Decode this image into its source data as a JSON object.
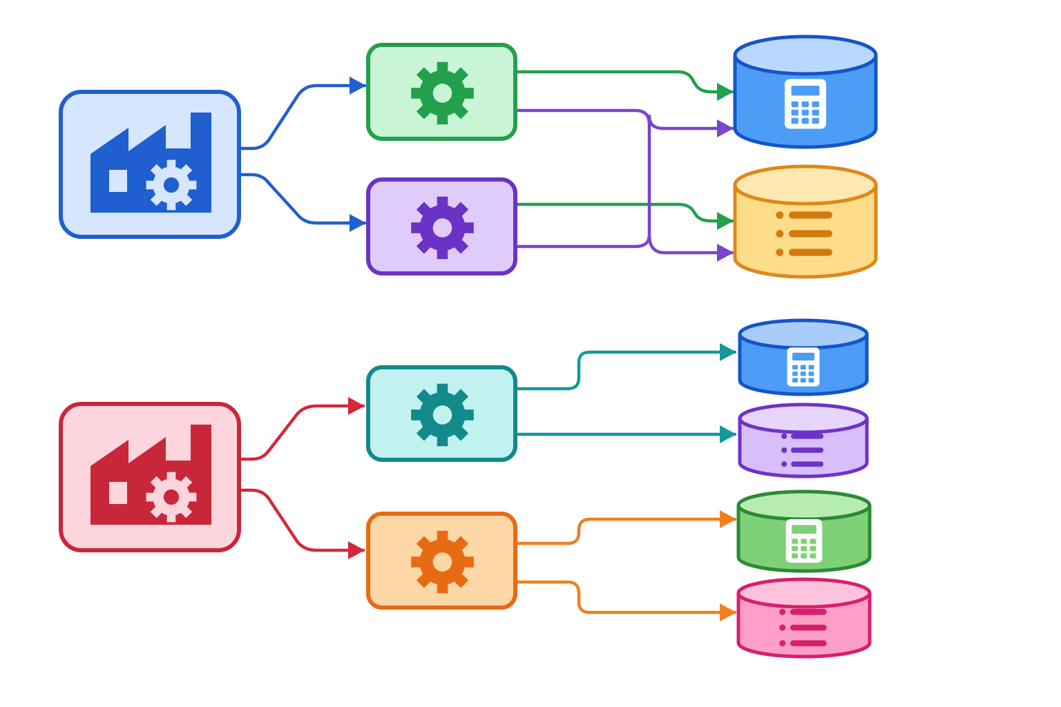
{
  "diagram": {
    "type": "data-flow",
    "groups": [
      {
        "id": "group-top",
        "source": {
          "id": "factory-blue",
          "icon": "factory-gear-icon",
          "color": "#1f5fcf",
          "fill": "#d6e6ff"
        },
        "processors": [
          {
            "id": "proc-green",
            "icon": "gear-icon",
            "color": "#22a04b",
            "fill": "#c9f5d6"
          },
          {
            "id": "proc-purple",
            "icon": "gear-icon",
            "color": "#6a33c4",
            "fill": "#e0ccfa"
          }
        ],
        "stores": [
          {
            "id": "db-blue-calculator",
            "icon": "calculator-icon",
            "color": "#1555c8",
            "fill": "#4d9cf5",
            "top": "#b8d8ff",
            "glyph": "#ffffff"
          },
          {
            "id": "db-yellow-list",
            "icon": "list-icon",
            "color": "#e0871a",
            "fill": "#fddc8a",
            "top": "#ffe9b0",
            "glyph": "#d27a0d"
          }
        ]
      },
      {
        "id": "group-bottom",
        "source": {
          "id": "factory-red",
          "icon": "factory-gear-icon",
          "color": "#c8273a",
          "fill": "#fdd5dc"
        },
        "processors": [
          {
            "id": "proc-teal",
            "icon": "gear-icon",
            "color": "#12898a",
            "fill": "#c2f2ef"
          },
          {
            "id": "proc-orange",
            "icon": "gear-icon",
            "color": "#e86a13",
            "fill": "#fdd7a6"
          }
        ],
        "stores": [
          {
            "id": "db-blue-calculator-2",
            "icon": "calculator-icon",
            "color": "#1555c8",
            "fill": "#4d9cf5",
            "top": "#a9ccfb",
            "glyph": "#ffffff"
          },
          {
            "id": "db-purple-list",
            "icon": "list-icon",
            "color": "#6d33c8",
            "fill": "#d8bffb",
            "top": "#e6d6fd",
            "glyph": "#6d33c8"
          },
          {
            "id": "db-green-calculator",
            "icon": "calculator-icon",
            "color": "#2c8a35",
            "fill": "#7fd178",
            "top": "#b7ecb0",
            "glyph": "#ffffff"
          },
          {
            "id": "db-pink-list",
            "icon": "list-icon",
            "color": "#d81f6f",
            "fill": "#fd9fc7",
            "top": "#fdc3dc",
            "glyph": "#d81f6f"
          }
        ]
      }
    ],
    "connections": [
      {
        "from": "factory-blue",
        "to": "proc-green",
        "color": "#1f5fcf"
      },
      {
        "from": "factory-blue",
        "to": "proc-purple",
        "color": "#1f5fcf"
      },
      {
        "from": "proc-green",
        "to": "db-blue-calculator",
        "color": "#22a04b"
      },
      {
        "from": "proc-green",
        "to": "db-yellow-list",
        "color": "#22a04b"
      },
      {
        "from": "proc-purple",
        "to": "db-blue-calculator",
        "color": "#7a44cc"
      },
      {
        "from": "proc-purple",
        "to": "db-yellow-list",
        "color": "#7a44cc"
      },
      {
        "from": "factory-red",
        "to": "proc-teal",
        "color": "#d3283a"
      },
      {
        "from": "factory-red",
        "to": "proc-orange",
        "color": "#d3283a"
      },
      {
        "from": "proc-teal",
        "to": "db-blue-calculator-2",
        "color": "#14999a"
      },
      {
        "from": "proc-teal",
        "to": "db-purple-list",
        "color": "#14999a"
      },
      {
        "from": "proc-orange",
        "to": "db-green-calculator",
        "color": "#f07f1e"
      },
      {
        "from": "proc-orange",
        "to": "db-pink-list",
        "color": "#f07f1e"
      }
    ]
  }
}
